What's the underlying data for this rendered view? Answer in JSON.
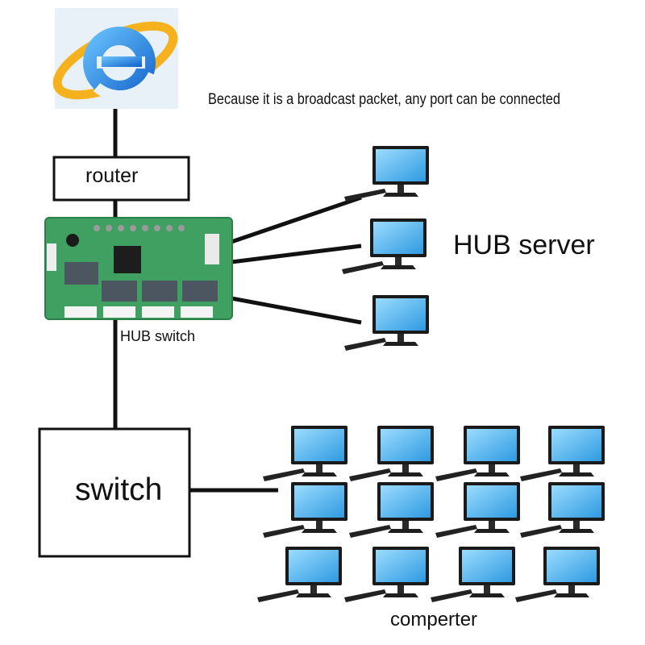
{
  "diagram": {
    "note": "Because it is a broadcast packet, any port can be connected",
    "router_label": "router",
    "hub_switch_label": "HUB switch",
    "hub_server_label": "HUB server",
    "switch_label": "switch",
    "computers_label": "comperter"
  },
  "icons": {
    "browser": "internet-explorer-icon",
    "hub_board": "circuit-board-icon",
    "computer": "desktop-computer-icon"
  },
  "colors": {
    "line": "#111111",
    "screen": "#5bb9ef",
    "board": "#3fa061"
  }
}
